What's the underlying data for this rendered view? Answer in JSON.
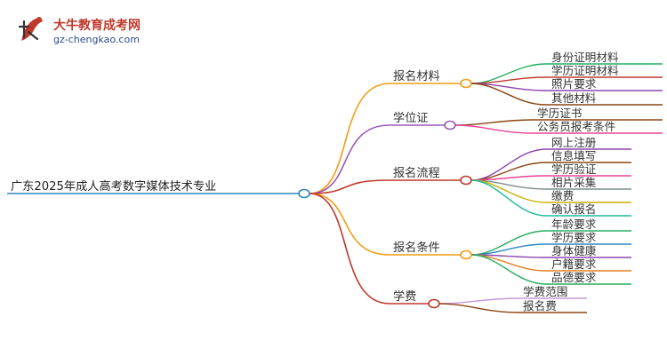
{
  "logo": {
    "title": "大牛教育成考网",
    "url": "gz-chengkao.com"
  },
  "root": {
    "label": "广东2025年成人高考数字媒体技术专业",
    "color": "#2e86c1"
  },
  "branches": [
    {
      "label": "报名材料",
      "color": "#f39c12",
      "children": [
        {
          "label": "身份证明材料",
          "color": "#27ae60"
        },
        {
          "label": "学历证明材料",
          "color": "#c0392b"
        },
        {
          "label": "照片要求",
          "color": "#8e44ad"
        },
        {
          "label": "其他材料",
          "color": "#8b4513"
        }
      ]
    },
    {
      "label": "学位证",
      "color": "#9b59b6",
      "children": [
        {
          "label": "学历证书",
          "color": "#8b4513"
        },
        {
          "label": "公务员报考条件",
          "color": "#e84393"
        }
      ]
    },
    {
      "label": "报名流程",
      "color": "#c0392b",
      "children": [
        {
          "label": "网上注册",
          "color": "#8e44ad"
        },
        {
          "label": "信息填写",
          "color": "#8b4513"
        },
        {
          "label": "学历验证",
          "color": "#e84393"
        },
        {
          "label": "相片采集",
          "color": "#7f8c8d"
        },
        {
          "label": "缴费",
          "color": "#c9b100"
        },
        {
          "label": "确认报名",
          "color": "#1abc9c"
        }
      ]
    },
    {
      "label": "报名条件",
      "color": "#f39c12",
      "children": [
        {
          "label": "年龄要求",
          "color": "#27ae60"
        },
        {
          "label": "学历要求",
          "color": "#2e86c1"
        },
        {
          "label": "身体健康",
          "color": "#8e44ad"
        },
        {
          "label": "户籍要求",
          "color": "#e67e22"
        },
        {
          "label": "品德要求",
          "color": "#27ae60"
        }
      ]
    },
    {
      "label": "学费",
      "color": "#c0392b",
      "children": [
        {
          "label": "学费范围",
          "color": "#c39bd3"
        },
        {
          "label": "报名费",
          "color": "#8b4513"
        }
      ]
    }
  ]
}
